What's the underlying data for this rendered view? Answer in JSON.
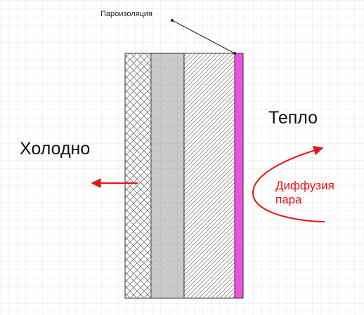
{
  "labels": {
    "vapor_barrier": "Пароизоляция",
    "cold": "Холодно",
    "warm": "Тепло",
    "diffusion_line1": "Диффузия",
    "diffusion_line2": "пара"
  },
  "colors": {
    "grid": "#dfe8ee",
    "outline": "#333333",
    "hatch": "#777777",
    "vapor_barrier": "#f050e0",
    "arrow": "#ee1111",
    "diffusion_text": "#ee1111"
  },
  "layers": [
    {
      "name": "cross-hatch-layer",
      "pattern": "crosshatch"
    },
    {
      "name": "weave-layer",
      "pattern": "weave"
    },
    {
      "name": "diagonal-hatch-layer",
      "pattern": "diagonal"
    },
    {
      "name": "vapor-barrier-layer",
      "pattern": "solid"
    }
  ]
}
